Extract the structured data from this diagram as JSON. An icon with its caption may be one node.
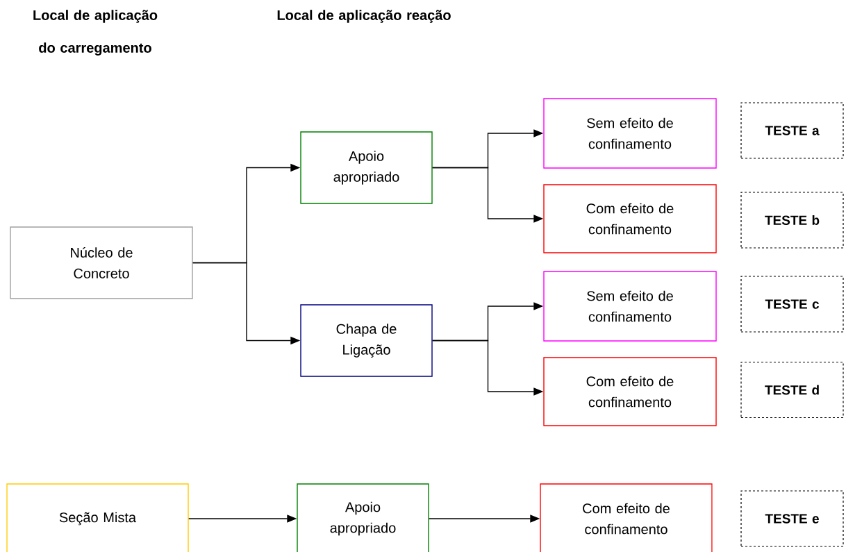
{
  "diagram": {
    "nodes": [
      {
        "text": [
          "Núcleo de Concreto"
        ]
      },
      {
        "text": [
          "Apoio apropriado"
        ]
      },
      {
        "text": [
          "Chapa de Ligação"
        ]
      },
      {
        "text": [
          "Sem efeito de confinamento"
        ]
      },
      {
        "text": [
          "TESTE a"
        ]
      },
      {
        "text": [
          "Com efeito de confinamento"
        ]
      },
      {
        "text": [
          "TESTE b"
        ]
      },
      {
        "text": [
          "Sem efeito de confinamento"
        ]
      },
      {
        "text": [
          "TESTE c"
        ]
      },
      {
        "text": [
          "Com efeito de confinamento"
        ]
      },
      {
        "text": [
          "TESTE d"
        ]
      },
      {
        "text": [
          "Seção Mista"
        ]
      },
      {
        "text": [
          "Apoio apropriado"
        ]
      },
      {
        "text": [
          "Com efeito de confinamento"
        ]
      },
      {
        "text": [
          "TESTE e"
        ]
      }
    ],
    "edges": [
      {
        "from": 0,
        "to": 1,
        "arrow": "to"
      },
      {
        "from": 0,
        "to": 2,
        "arrow": "to"
      },
      {
        "from": 1,
        "to": 3,
        "arrow": "to"
      },
      {
        "from": 1,
        "to": 5,
        "arrow": "to"
      },
      {
        "from": 2,
        "to": 7,
        "arrow": "to"
      },
      {
        "from": 2,
        "to": 9,
        "arrow": "to"
      },
      {
        "from": 11,
        "to": 12,
        "arrow": "to"
      },
      {
        "from": 12,
        "to": 13,
        "arrow": "to"
      }
    ],
    "labels": [
      "Local de aplicação do carregamento",
      "Local de aplicação reação"
    ]
  }
}
